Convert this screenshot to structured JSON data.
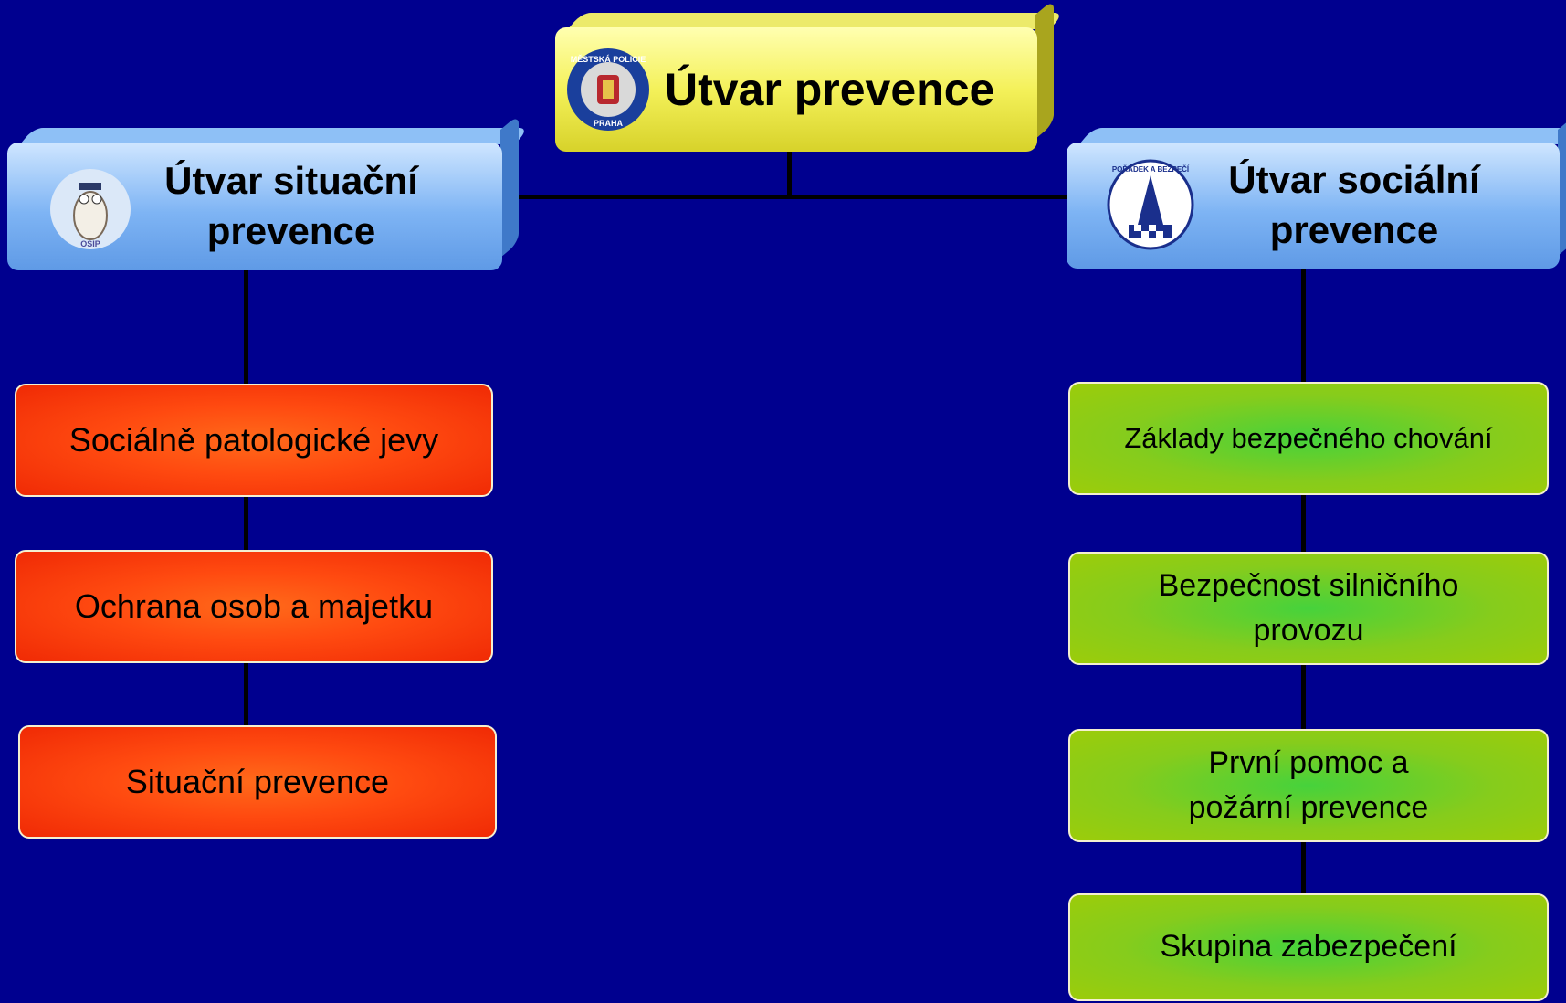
{
  "top_node": {
    "title": "Útvar prevence",
    "logo_text_top": "MĚSTSKÁ POLICIE",
    "logo_text_bottom": "PRAHA"
  },
  "left_node": {
    "title_line1": "Útvar situační",
    "title_line2": "prevence",
    "logo_text": "OSIP"
  },
  "right_node": {
    "title_line1": "Útvar sociální",
    "title_line2": "prevence",
    "logo_text": "POŘÁDEK A BEZPEČÍ"
  },
  "left_items": [
    {
      "label": "Sociálně patologické jevy"
    },
    {
      "label": "Ochrana osob a majetku"
    },
    {
      "label": "Situační prevence"
    }
  ],
  "right_items": [
    {
      "line1": "Základy bezpečného chování",
      "line2": ""
    },
    {
      "line1": "Bezpečnost silničního",
      "line2": "provozu"
    },
    {
      "line1": "První pomoc a",
      "line2": "požární prevence"
    },
    {
      "line1": "Skupina zabezpečení",
      "line2": ""
    }
  ],
  "colors": {
    "background": "#00008f",
    "header_blue": "#7eb4f4",
    "header_yellow": "#f4f15a",
    "item_red": "#ff4a10",
    "item_green": "#9ccc0a"
  }
}
